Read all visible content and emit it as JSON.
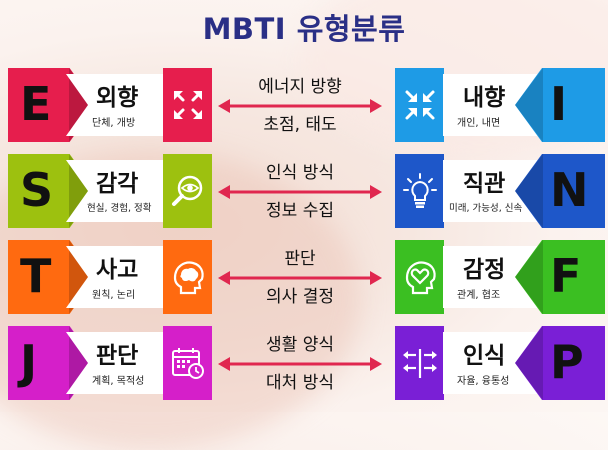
{
  "title": "MBTI 유형분류",
  "rows": [
    {
      "left": {
        "letter": "E",
        "name": "외향",
        "desc": "단체, 개방",
        "color": "#e61e4d",
        "icon": "expand-arrows-icon"
      },
      "middle": {
        "top": "에너지 방향",
        "bottom": "초점, 태도"
      },
      "right": {
        "letter": "I",
        "name": "내향",
        "desc": "개인, 내면",
        "color": "#1e9be6",
        "icon": "compress-arrows-icon"
      }
    },
    {
      "left": {
        "letter": "S",
        "name": "감각",
        "desc": "현실, 경험, 정확",
        "color": "#9dc10f",
        "icon": "eye-magnifier-icon"
      },
      "middle": {
        "top": "인식 방식",
        "bottom": "정보 수집"
      },
      "right": {
        "letter": "N",
        "name": "직관",
        "desc": "미래, 가능성, 신속",
        "color": "#1e57c9",
        "icon": "lightbulb-icon"
      }
    },
    {
      "left": {
        "letter": "T",
        "name": "사고",
        "desc": "원칙, 논리",
        "color": "#ff6a10",
        "icon": "brain-head-icon"
      },
      "middle": {
        "top": "판단",
        "bottom": "의사 결정"
      },
      "right": {
        "letter": "F",
        "name": "감정",
        "desc": "관계, 협조",
        "color": "#3bbf22",
        "icon": "heart-head-icon"
      }
    },
    {
      "left": {
        "letter": "J",
        "name": "판단",
        "desc": "계획, 목적성",
        "color": "#d51fc9",
        "icon": "calendar-clock-icon"
      },
      "middle": {
        "top": "생활 양식",
        "bottom": "대처 방식"
      },
      "right": {
        "letter": "P",
        "name": "인식",
        "desc": "자율, 융통성",
        "color": "#7a1fd6",
        "icon": "signpost-arrows-icon"
      }
    }
  ],
  "colors": {
    "title": "#2a2f86",
    "arrow": "#e0274f"
  }
}
